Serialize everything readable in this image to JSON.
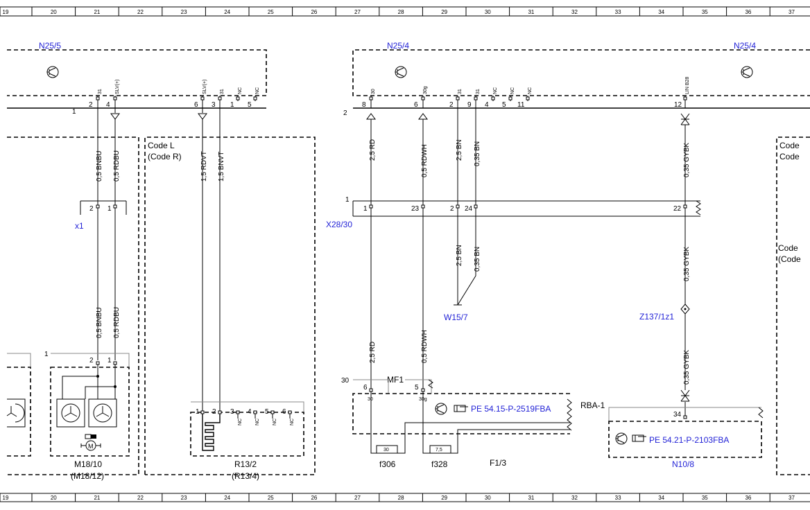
{
  "ruler": [
    "19",
    "20",
    "21",
    "22",
    "23",
    "24",
    "25",
    "26",
    "27",
    "28",
    "29",
    "30",
    "31",
    "32",
    "33",
    "34",
    "35",
    "36",
    "37"
  ],
  "components": {
    "n25_5": "N25/5",
    "n25_4_left": "N25/4",
    "n25_4_right": "N25/4",
    "x1": "x1",
    "x28_30": "X28/30",
    "w15_7": "W15/7",
    "z137": "Z137/1z1",
    "m18_10": "M18/10",
    "m18_12": "(M18/12)",
    "r13_2": "R13/2",
    "r13_4": "(R13/4)",
    "n10_8": "N10/8",
    "mf1": "MF1",
    "rba1": "RBA-1",
    "f306": "f306",
    "f328": "f328",
    "f1_3": "F1/3",
    "fuse_30": "30",
    "fuse_7_5": "7,5"
  },
  "refs": {
    "pe1": "PE 54.15-P-2519FBA",
    "pe2": "PE 54.21-P-2103FBA"
  },
  "codes": {
    "code_l": "Code L",
    "code_r": "(Code R)",
    "right_top_1": "Code",
    "right_top_2": "Code",
    "right_mid_1": "Code",
    "right_mid_2": "(Code"
  },
  "markers": {
    "m1a": "1",
    "m2": "2",
    "m1b": "1",
    "m1c": "1",
    "m30": "30"
  },
  "wires": {
    "bnbu_a": "0,5 BNBU",
    "rdbu_a": "0,5 RDBU",
    "bnbu_b": "0,5 BNBU",
    "rdbu_b": "0,5 RDBU",
    "rdvt": "1,5 RDVT",
    "bnvt": "1,5 BNVT",
    "rd_a": "2,5 RD",
    "rdwh_a": "0,5 RDWH",
    "bn_a": "2,5 BN",
    "bn035_a": "0,35 BN",
    "gybk_a": "0,35 GYBK",
    "bn_b": "2,5 BN",
    "bn035_b": "0,35 BN",
    "gybk_b": "0,35 GYBK",
    "rd_b": "2,5 RD",
    "rdwh_b": "0,5 RDWH",
    "gybk_c": "0,35 GYBK"
  },
  "pins": {
    "n25_5": [
      "2",
      "4",
      "6",
      "3",
      "1",
      "5"
    ],
    "n25_5_sig": [
      "31",
      "SLV(+)",
      "SLV(+)",
      "31",
      "NC",
      "NC"
    ],
    "n25_4": [
      "8",
      "6",
      "2",
      "9",
      "4",
      "5",
      "11",
      "12"
    ],
    "n25_4_sig": [
      "30",
      "30g",
      "31",
      "31",
      "NC",
      "NC",
      "NC",
      "LIN B28"
    ],
    "x1": [
      "2",
      "1"
    ],
    "x28": [
      "1",
      "23",
      "2",
      "24",
      "22"
    ],
    "m18": [
      "2",
      "1"
    ],
    "r13": [
      "1",
      "2",
      "3",
      "4",
      "5",
      "6"
    ],
    "r13_sig": [
      "NC",
      "NC",
      "NC",
      "NC"
    ],
    "mf1": [
      "6",
      "5"
    ],
    "mf1_sig": [
      "30",
      "30g"
    ],
    "n10": "34"
  }
}
